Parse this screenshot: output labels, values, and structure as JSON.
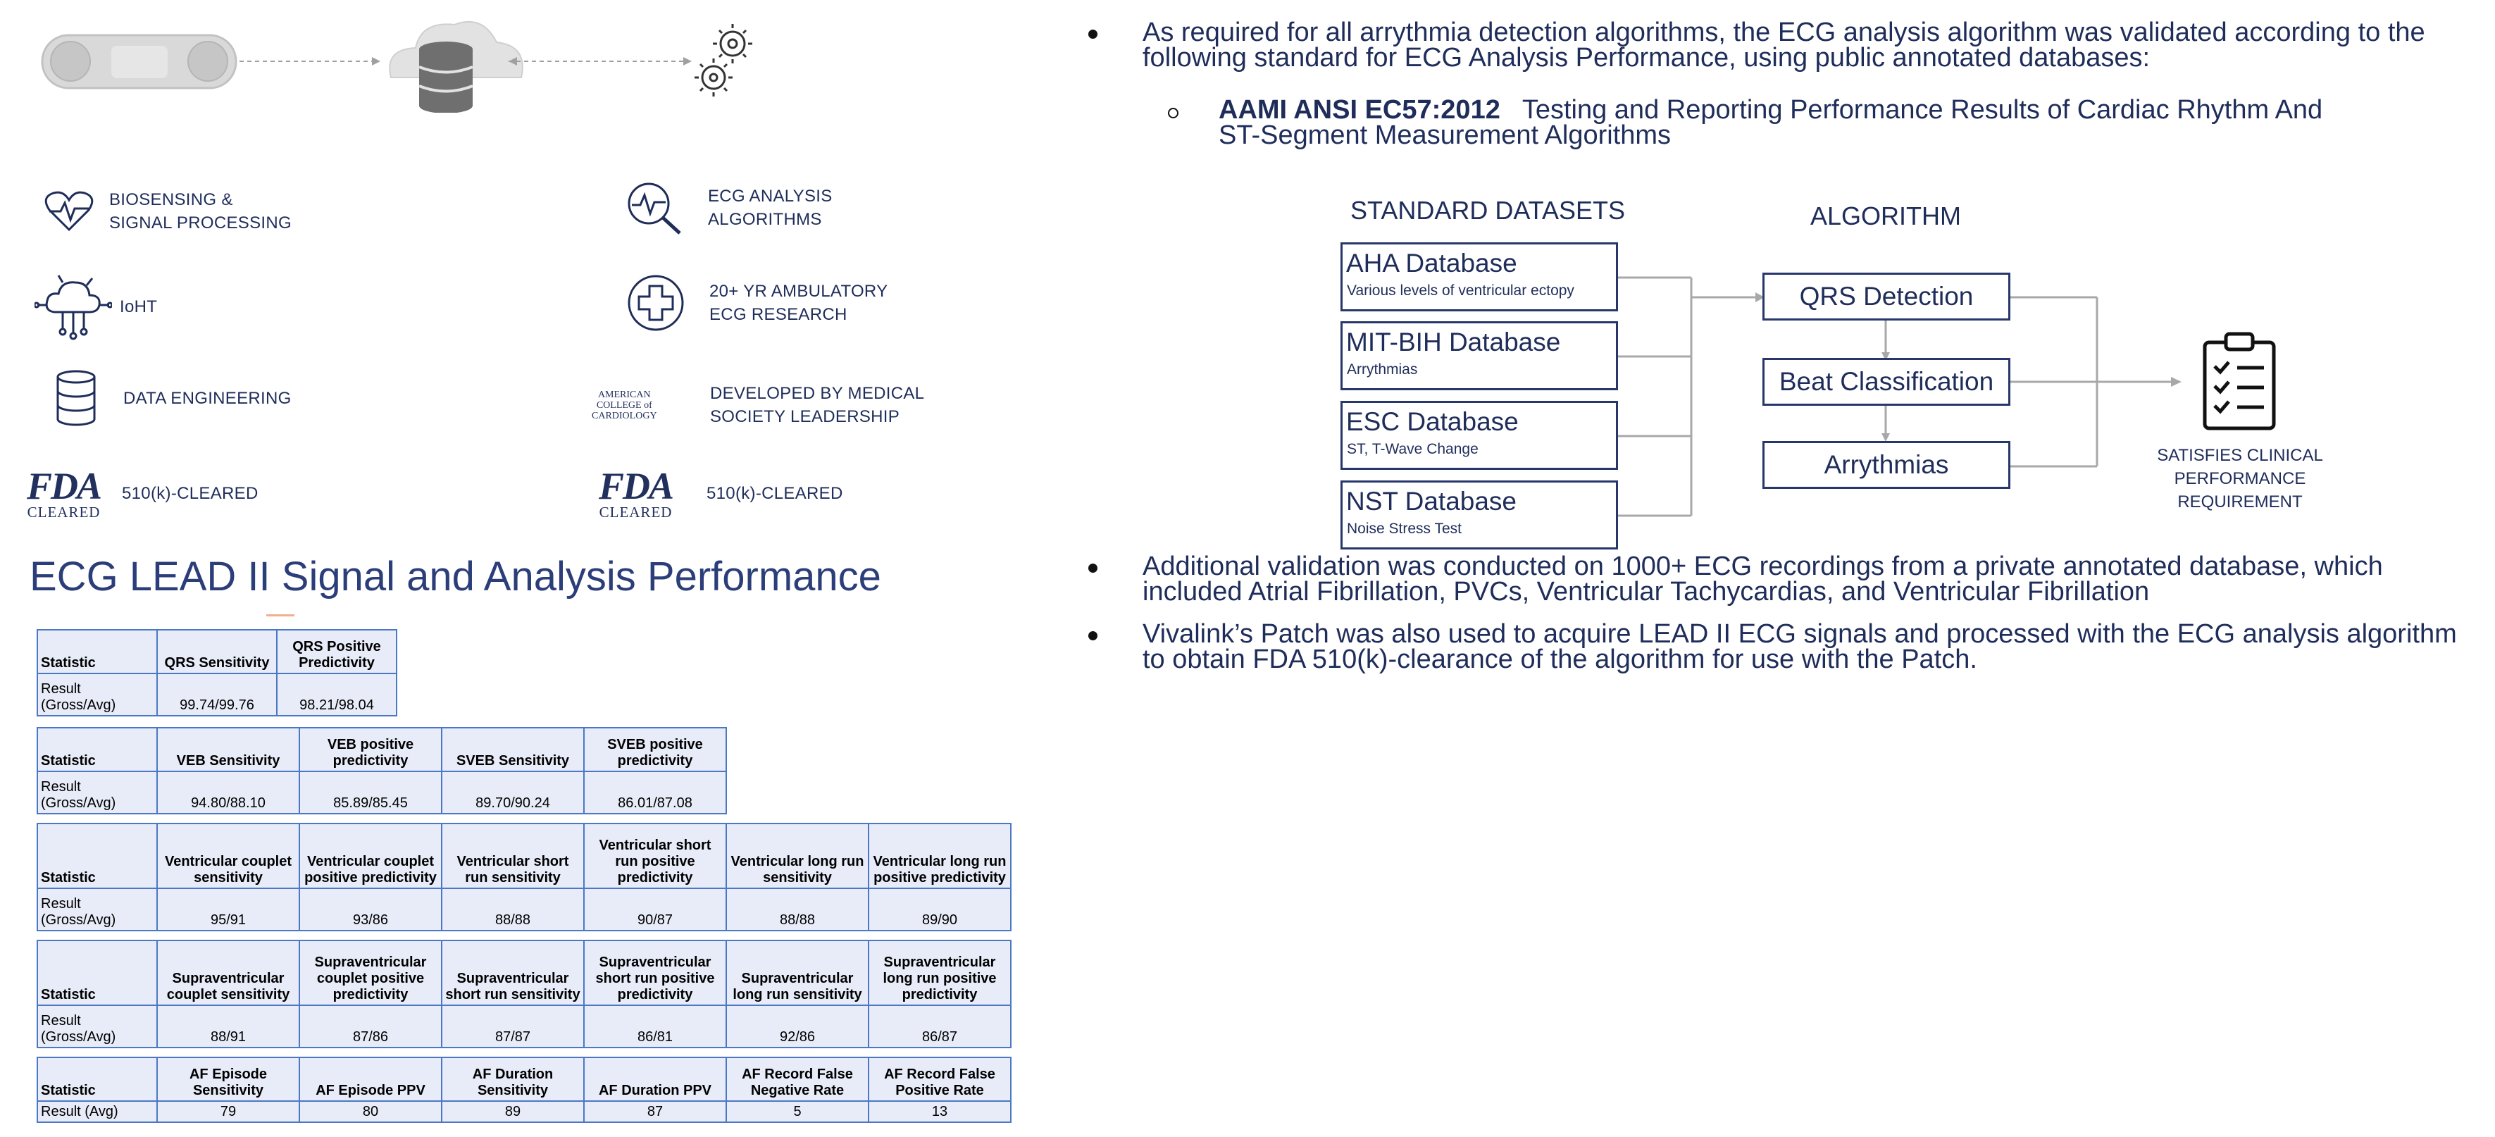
{
  "features": [
    {
      "icon": "heart-pulse-icon",
      "label": "BIOSENSING &\nSIGNAL PROCESSING"
    },
    {
      "icon": "magnifier-ecg-icon",
      "label": "ECG ANALYSIS\nALGORITHMS"
    },
    {
      "icon": "cloud-network-icon",
      "label": "IoHT"
    },
    {
      "icon": "medical-cross-icon",
      "label": "20+ YR  AMBULATORY\nECG RESEARCH"
    },
    {
      "icon": "database-icon",
      "label": "DATA ENGINEERING"
    },
    {
      "icon": "acc-logo",
      "label": "DEVELOPED BY MEDICAL\nSOCIETY LEADERSHIP",
      "logo_text": "AMERICAN\nCOLLEGE of\nCARDIOLOGY"
    },
    {
      "icon": "fda-logo",
      "label": "510(k)-CLEARED",
      "logo_big": "FDA",
      "logo_small": "CLEARED"
    },
    {
      "icon": "fda-logo",
      "label": "510(k)-CLEARED",
      "logo_big": "FDA",
      "logo_small": "CLEARED"
    }
  ],
  "perf_title": "ECG LEAD II Signal and Analysis Performance",
  "tables": [
    {
      "headers": [
        "Statistic",
        "QRS Sensitivity",
        "QRS Positive Predictivity"
      ],
      "row_label": "Result (Gross/Avg)",
      "values": [
        "99.74/99.76",
        "98.21/98.04"
      ]
    },
    {
      "headers": [
        "Statistic",
        "VEB Sensitivity",
        "VEB positive predictivity",
        "SVEB Sensitivity",
        "SVEB positive predictivity"
      ],
      "row_label": "Result (Gross/Avg)",
      "values": [
        "94.80/88.10",
        "85.89/85.45",
        "89.70/90.24",
        "86.01/87.08"
      ]
    },
    {
      "headers": [
        "Statistic",
        "Ventricular couplet sensitivity",
        "Ventricular couplet positive predictivity",
        "Ventricular short run sensitivity",
        "Ventricular short run positive predictivity",
        "Ventricular long run sensitivity",
        "Ventricular long run positive predictivity"
      ],
      "row_label": "Result (Gross/Avg)",
      "values": [
        "95/91",
        "93/86",
        "88/88",
        "90/87",
        "88/88",
        "89/90"
      ]
    },
    {
      "headers": [
        "Statistic",
        "Supraventricular couplet sensitivity",
        "Supraventricular couplet positive predictivity",
        "Supraventricular short run sensitivity",
        "Supraventricular short run positive predictivity",
        "Supraventricular long run sensitivity",
        "Supraventricular long run positive predictivity"
      ],
      "row_label": "Result (Gross/Avg)",
      "values": [
        "88/91",
        "87/86",
        "87/87",
        "86/81",
        "92/86",
        "86/87"
      ]
    },
    {
      "headers": [
        "Statistic",
        "AF Episode Sensitivity",
        "AF Episode PPV",
        "AF Duration Sensitivity",
        "AF Duration PPV",
        "AF Record False Negative Rate",
        "AF Record False Positive Rate"
      ],
      "row_label": "Result (Avg)",
      "values": [
        "79",
        "80",
        "89",
        "87",
        "5",
        "13"
      ]
    }
  ],
  "bullets": {
    "b1": "As required for all arrythmia detection algorithms, the ECG analysis algorithm was validated according to the following standard for ECG Analysis Performance, using public annotated databases:",
    "sub_bold": "AAMI ANSI EC57:2012",
    "sub_rest": "Testing and Reporting Performance Results of Cardiac Rhythm And ST-Segment Measurement Algorithms",
    "b2": "Additional validation was conducted on 1000+ ECG recordings from a private annotated database, which included Atrial Fibrillation, PVCs, Ventricular Tachycardias, and Ventricular Fibrillation",
    "b3": "Vivalink’s Patch was also used to acquire LEAD II ECG signals and processed with the ECG analysis algorithm to obtain FDA 510(k)-clearance of the algorithm for use  with the Patch."
  },
  "flow": {
    "datasets_header": "STANDARD DATASETS",
    "algorithm_header": "ALGORITHM",
    "datasets": [
      {
        "name": "AHA Database",
        "desc": "Various levels of ventricular ectopy"
      },
      {
        "name": "MIT-BIH Database",
        "desc": "Arrythmias"
      },
      {
        "name": "ESC Database",
        "desc": "ST, T-Wave Change"
      },
      {
        "name": "NST Database",
        "desc": "Noise Stress Test"
      }
    ],
    "steps": [
      "QRS Detection",
      "Beat Classification",
      "Arrythmias"
    ],
    "outcome": "SATISFIES CLINICAL\nPERFORMANCE REQUIREMENT",
    "outcome_icon": "clipboard-checklist-icon"
  }
}
